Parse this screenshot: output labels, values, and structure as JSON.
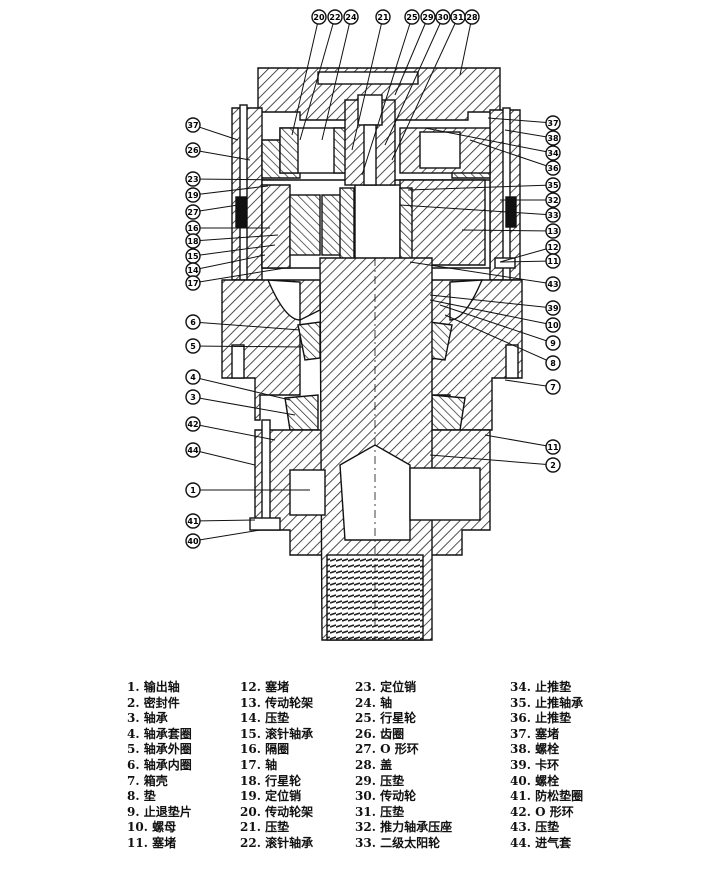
{
  "diagram": {
    "callouts_top": [
      "20",
      "22",
      "24",
      "21",
      "25",
      "29",
      "30",
      "31",
      "28"
    ],
    "callouts_left": [
      "37",
      "26",
      "23",
      "19",
      "27",
      "16",
      "18",
      "15",
      "14",
      "17",
      "6",
      "5",
      "4",
      "3",
      "42",
      "44",
      "1",
      "41",
      "40"
    ],
    "callouts_right": [
      "37",
      "38",
      "34",
      "36",
      "35",
      "32",
      "33",
      "13",
      "12",
      "11",
      "43",
      "39",
      "10",
      "9",
      "8",
      "7",
      "11",
      "2"
    ]
  },
  "legend": {
    "columns": [
      [
        {
          "num": "1.",
          "name": "输出轴"
        },
        {
          "num": "2.",
          "name": "密封件"
        },
        {
          "num": "3.",
          "name": "轴承"
        },
        {
          "num": "4.",
          "name": "轴承套圈"
        },
        {
          "num": "5.",
          "name": "轴承外圈"
        },
        {
          "num": "6.",
          "name": "轴承内圈"
        },
        {
          "num": "7.",
          "name": "箱壳"
        },
        {
          "num": "8.",
          "name": "垫"
        },
        {
          "num": "9.",
          "name": "止退垫片"
        },
        {
          "num": "10.",
          "name": "螺母"
        },
        {
          "num": "11.",
          "name": "塞堵"
        }
      ],
      [
        {
          "num": "12.",
          "name": "塞堵"
        },
        {
          "num": "13.",
          "name": "传动轮架"
        },
        {
          "num": "14.",
          "name": "压垫"
        },
        {
          "num": "15.",
          "name": "滚针轴承"
        },
        {
          "num": "16.",
          "name": "隔圈"
        },
        {
          "num": "17.",
          "name": "轴"
        },
        {
          "num": "18.",
          "name": "行星轮"
        },
        {
          "num": "19.",
          "name": "定位销"
        },
        {
          "num": "20.",
          "name": "传动轮架"
        },
        {
          "num": "21.",
          "name": "压垫"
        },
        {
          "num": "22.",
          "name": "滚针轴承"
        }
      ],
      [
        {
          "num": "23.",
          "name": "定位销"
        },
        {
          "num": "24.",
          "name": "轴"
        },
        {
          "num": "25.",
          "name": "行星轮"
        },
        {
          "num": "26.",
          "name": "齿圈"
        },
        {
          "num": "27.",
          "name": "O 形环"
        },
        {
          "num": "28.",
          "name": "盖"
        },
        {
          "num": "29.",
          "name": "压垫"
        },
        {
          "num": "30.",
          "name": "传动轮"
        },
        {
          "num": "31.",
          "name": "压垫"
        },
        {
          "num": "32.",
          "name": "推力轴承压座"
        },
        {
          "num": "33.",
          "name": "二级太阳轮"
        }
      ],
      [
        {
          "num": "34.",
          "name": "止推垫"
        },
        {
          "num": "35.",
          "name": "止推轴承"
        },
        {
          "num": "36.",
          "name": "止推垫"
        },
        {
          "num": "37.",
          "name": "塞堵"
        },
        {
          "num": "38.",
          "name": "螺栓"
        },
        {
          "num": "39.",
          "name": "卡环"
        },
        {
          "num": "40.",
          "name": "螺栓"
        },
        {
          "num": "41.",
          "name": "防松垫圈"
        },
        {
          "num": "42.",
          "name": "O 形环"
        },
        {
          "num": "43.",
          "name": "压垫"
        },
        {
          "num": "44.",
          "name": "进气套"
        }
      ]
    ]
  }
}
